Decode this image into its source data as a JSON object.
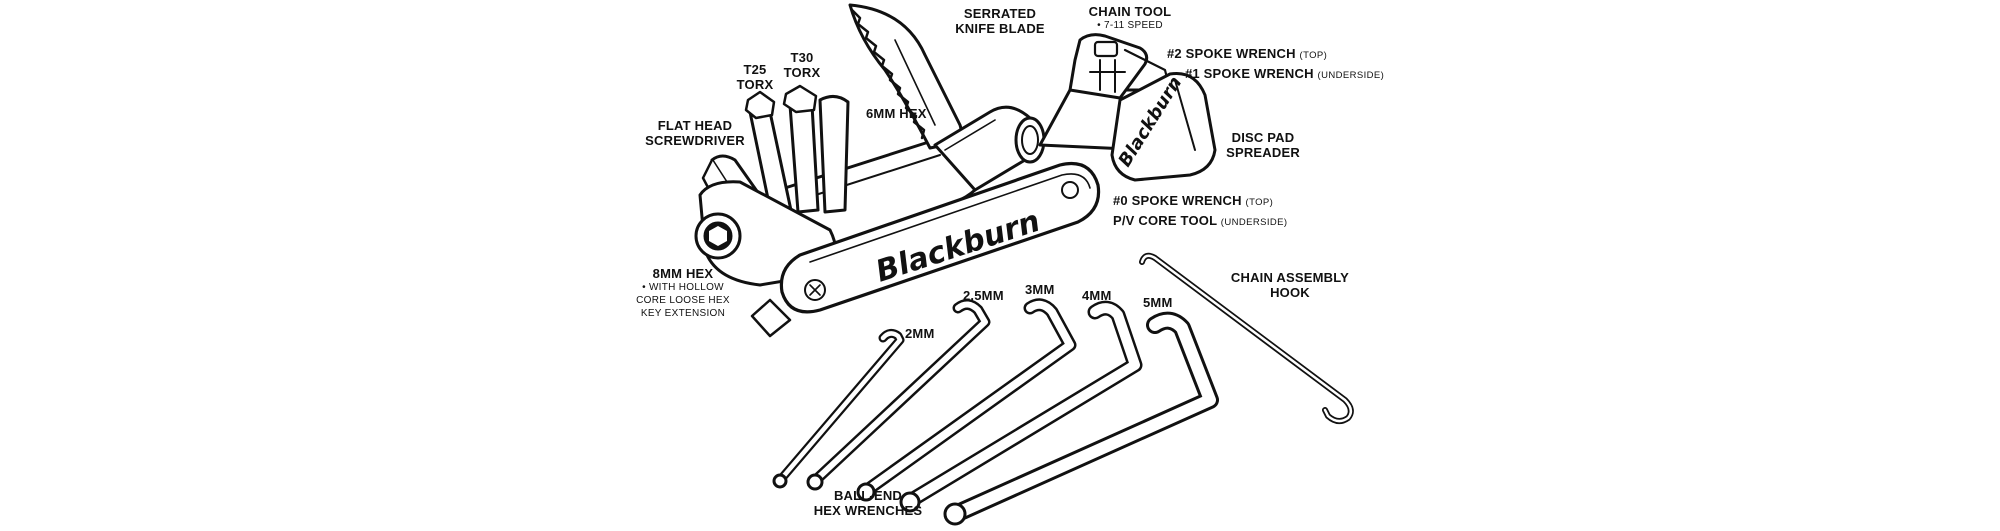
{
  "brand_text": "Blackburn",
  "labels": {
    "serrated_knife": [
      "SERRATED",
      "KNIFE BLADE"
    ],
    "chain_tool": "CHAIN TOOL",
    "chain_tool_note": "• 7-11 SPEED",
    "spoke2": "#2 SPOKE WRENCH",
    "spoke2_note": "(TOP)",
    "spoke1": "#1 SPOKE WRENCH",
    "spoke1_note": "(UNDERSIDE)",
    "t30": [
      "T30",
      "TORX"
    ],
    "t25": [
      "T25",
      "TORX"
    ],
    "hex6": "6MM HEX",
    "flathead": [
      "FLAT HEAD",
      "SCREWDRIVER"
    ],
    "disc_pad": [
      "DISC PAD",
      "SPREADER"
    ],
    "spoke0": "#0 SPOKE WRENCH",
    "spoke0_note": "(TOP)",
    "pv_core": "P/V CORE TOOL",
    "pv_core_note": "(UNDERSIDE)",
    "hex8": "8MM HEX",
    "hex8_notes": [
      "• WITH HOLLOW",
      "CORE LOOSE HEX",
      "KEY EXTENSION"
    ],
    "chain_hook": [
      "CHAIN ASSEMBLY",
      "HOOK"
    ],
    "mm2": "2MM",
    "mm25": "2.5MM",
    "mm3": "3MM",
    "mm4": "4MM",
    "mm5": "5MM",
    "ball_end": [
      "BALL-END",
      "HEX WRENCHES"
    ]
  }
}
